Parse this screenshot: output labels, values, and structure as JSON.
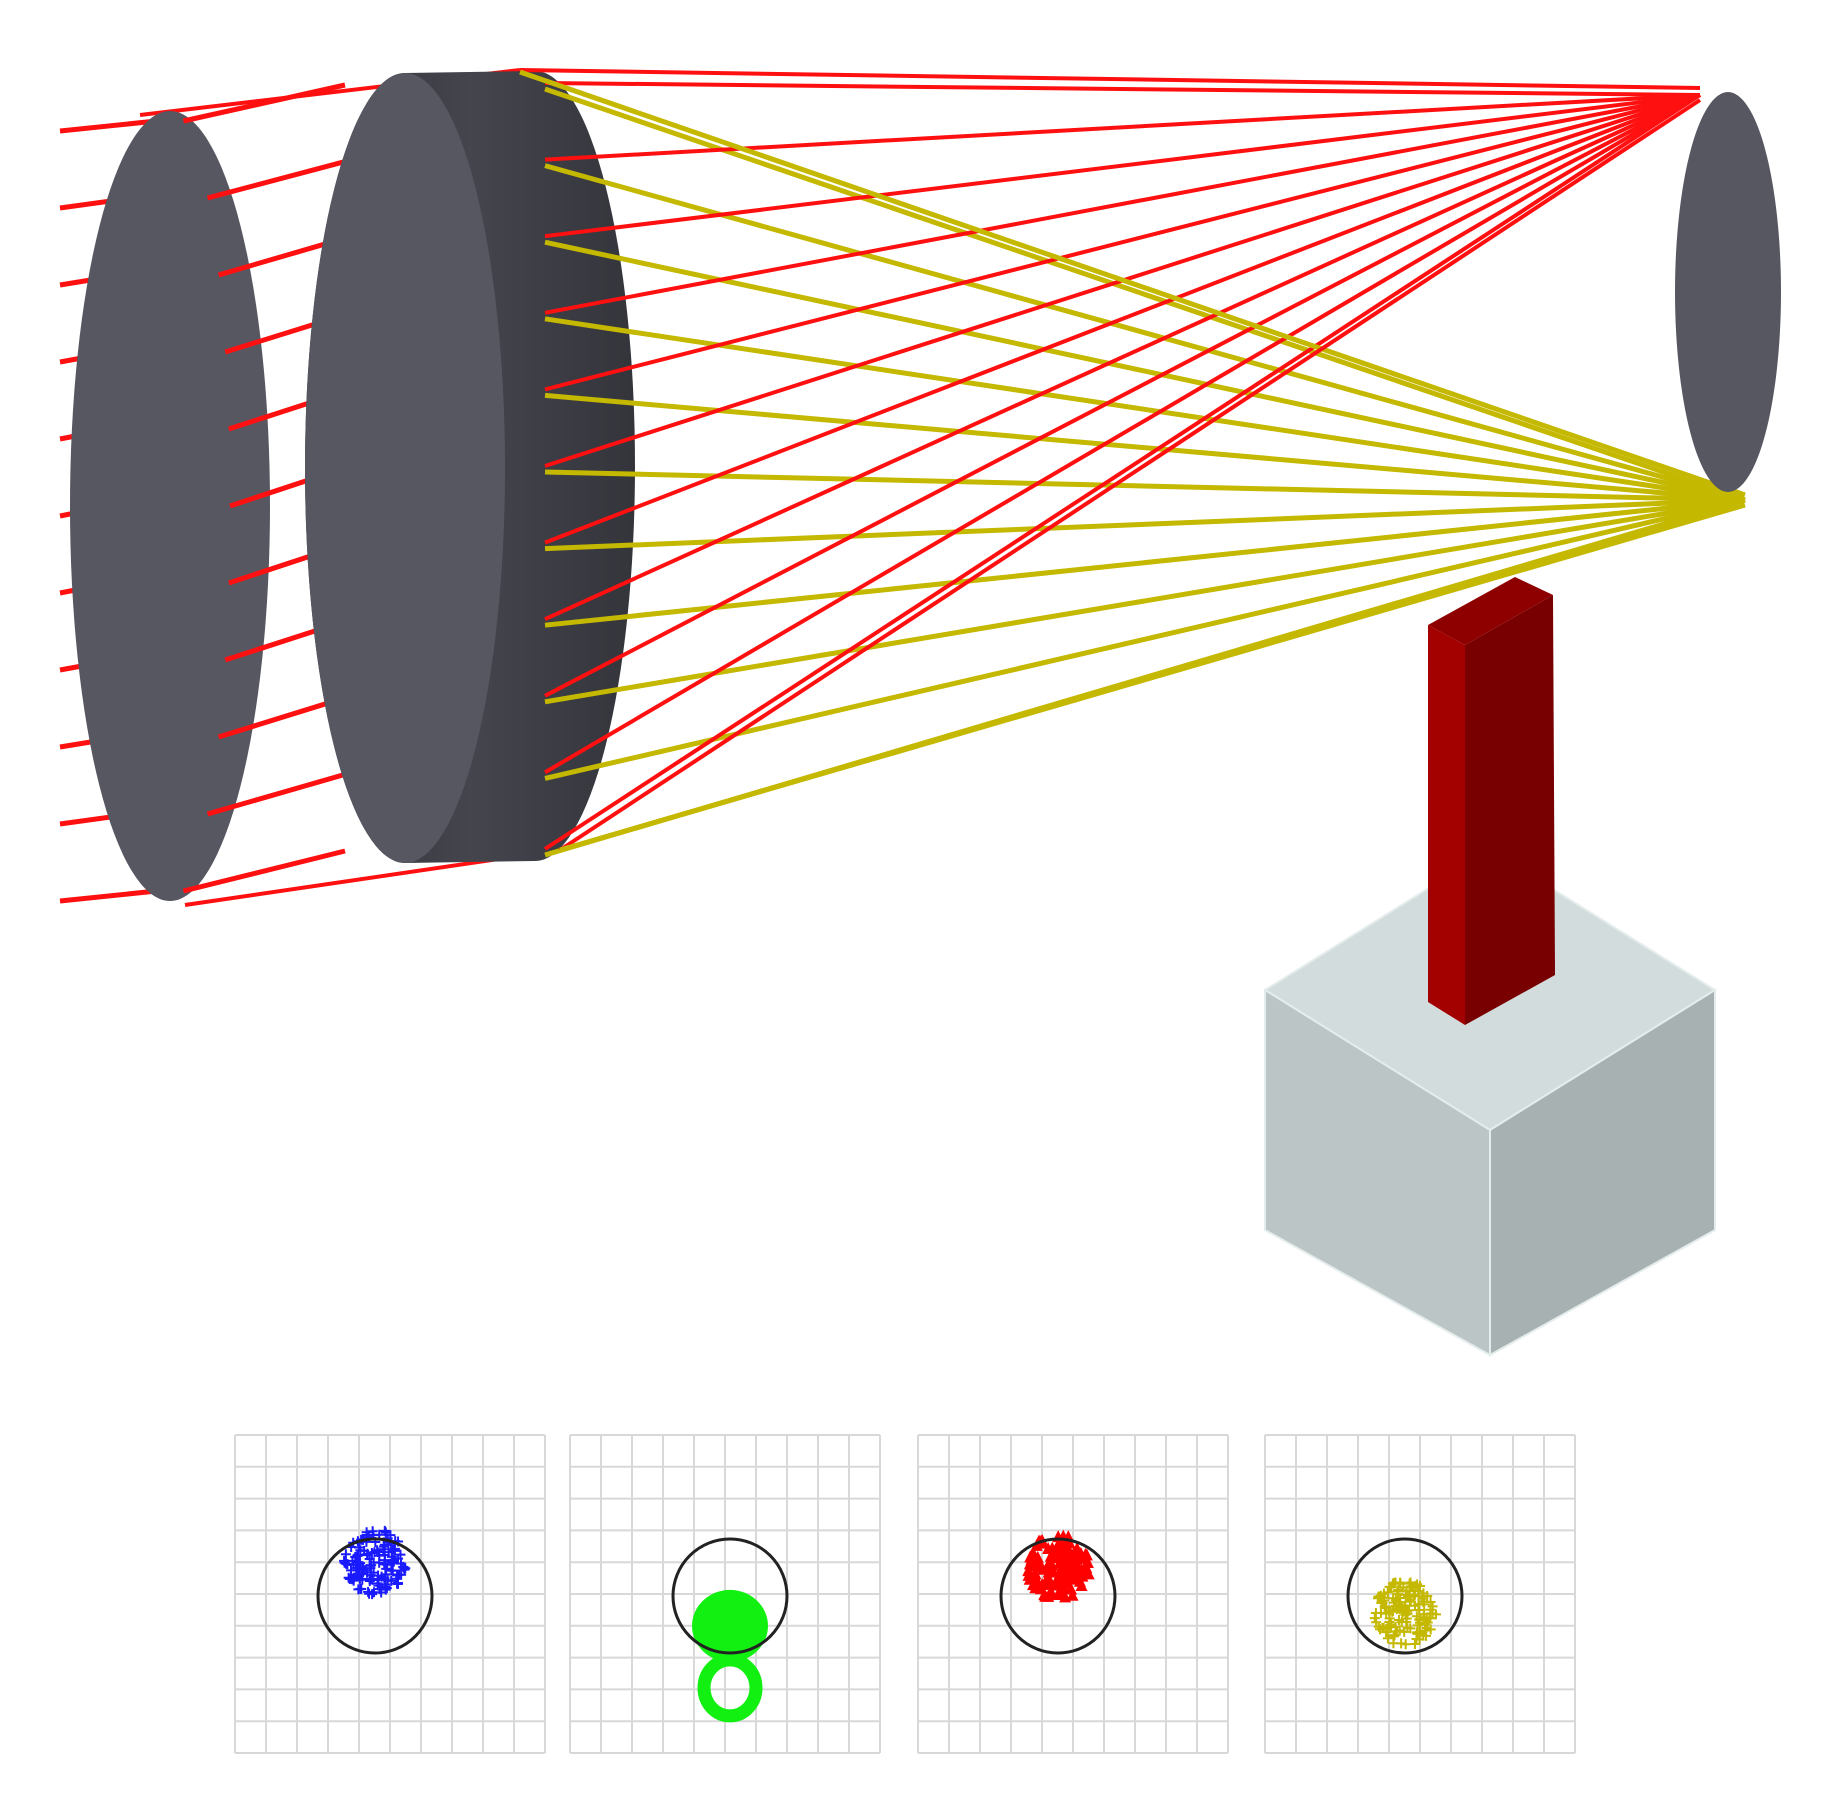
{
  "colors": {
    "background": "#ffffff",
    "lens_face": "#575762",
    "lens_edge": "#34343b",
    "lens_edge_light": "#45454e",
    "ray_red": "#ff1010",
    "ray_yellow": "#c4b800",
    "detector_body": "#a8b1b1",
    "detector_top": "#d3dcdc",
    "detector_left": "#bcc5c5",
    "post_front": "#a30000",
    "post_side": "#780000",
    "post_top": "#8e0000",
    "grid_line": "#d8d8d8",
    "airy_circle": "#222222"
  },
  "components": [
    {
      "name": "first-lens"
    },
    {
      "name": "second-lens"
    },
    {
      "name": "image-plane-disc"
    },
    {
      "name": "detector-block"
    },
    {
      "name": "detector-post"
    }
  ],
  "ray_bundles": [
    {
      "name": "red-bundle",
      "color_key": "ray_red"
    },
    {
      "name": "yellow-bundle",
      "color_key": "ray_yellow"
    }
  ],
  "spot_diagrams": [
    {
      "name": "spot-diagram-blue",
      "color": "#1a1aff",
      "marker": "plus",
      "offset_y": -0.6
    },
    {
      "name": "spot-diagram-green",
      "color": "#11f011",
      "marker": "dot",
      "offset_y": 0.7
    },
    {
      "name": "spot-diagram-red",
      "color": "#ff0000",
      "marker": "triangle",
      "offset_y": -0.5
    },
    {
      "name": "spot-diagram-yellow",
      "color": "#c4b800",
      "marker": "plus",
      "offset_y": 0.3
    }
  ]
}
